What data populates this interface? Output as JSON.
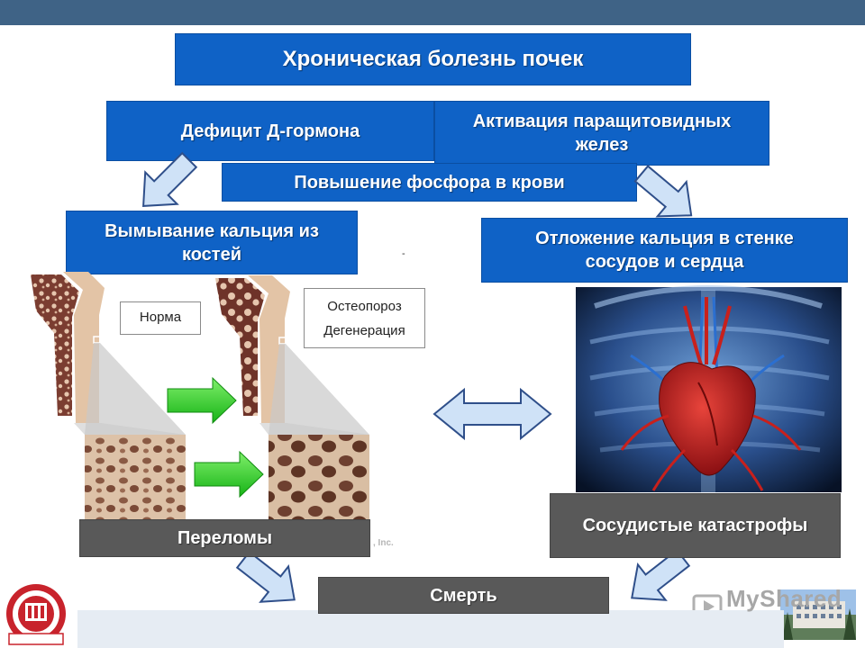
{
  "title": "Хроническая болезнь почек",
  "boxes": {
    "deficit": "Дефицит Д-гормона",
    "activation": "Активация паращитовидных желез",
    "phosphorus": "Повышение фосфора в крови",
    "calcium_wash": "Вымывание кальция из костей",
    "calcium_deposit": "Отложение кальция в стенке сосудов и сердца",
    "fractures": "Переломы",
    "vascular": "Сосудистые катастрофы",
    "death": "Смерть"
  },
  "bone_labels": {
    "norm": "Норма",
    "osteoporosis": "Остеопороз",
    "degeneration": "Дегенерация"
  },
  "image_credit": ", Inc.",
  "stray_mark": "-",
  "watermark": "MyShared",
  "colors": {
    "topbar": "#3f6386",
    "box_blue": "#0f62c6",
    "box_gray": "#595959",
    "arrow_fill": "#cfe2f7",
    "arrow_stroke": "#2f4f8a",
    "green_arrow": "#2ecc2e"
  },
  "icons": [
    "university-logo",
    "building-photo",
    "heart-anatomy",
    "bone-illustration"
  ]
}
